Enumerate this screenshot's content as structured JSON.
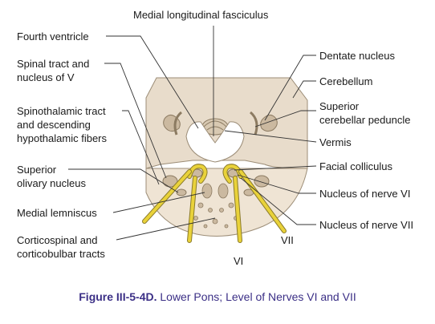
{
  "labels": {
    "mlf": "Medial longitudinal fasciculus",
    "fourth_ventricle": "Fourth ventricle",
    "spinal_tract_1": "Spinal tract and",
    "spinal_tract_2": "nucleus of V",
    "spinothalamic_1": "Spinothalamic tract",
    "spinothalamic_2": "and descending",
    "spinothalamic_3": "hypothalamic fibers",
    "superior_olivary_1": "Superior",
    "superior_olivary_2": "olivary nucleus",
    "medial_lemniscus": "Medial lemniscus",
    "corticospinal_1": "Corticospinal and",
    "corticospinal_2": "corticobulbar tracts",
    "dentate": "Dentate nucleus",
    "cerebellum": "Cerebellum",
    "sup_cereb_ped_1": "Superior",
    "sup_cereb_ped_2": "cerebellar peduncle",
    "vermis": "Vermis",
    "facial_colliculus": "Facial colliculus",
    "nucleus_vi": "Nucleus of nerve VI",
    "nucleus_vii": "Nucleus of nerve VII",
    "nerve_vi": "VI",
    "nerve_vii": "VII"
  },
  "caption": {
    "number": "Figure III-5-4D.",
    "text": "Lower Pons; Level of Nerves VI and VII"
  },
  "colors": {
    "tissue": "#e8dccb",
    "tissue_edge": "#9c8d77",
    "nucleus": "#cbb9a0",
    "tract": "#e9d23a",
    "caption": "#3b2f86"
  }
}
